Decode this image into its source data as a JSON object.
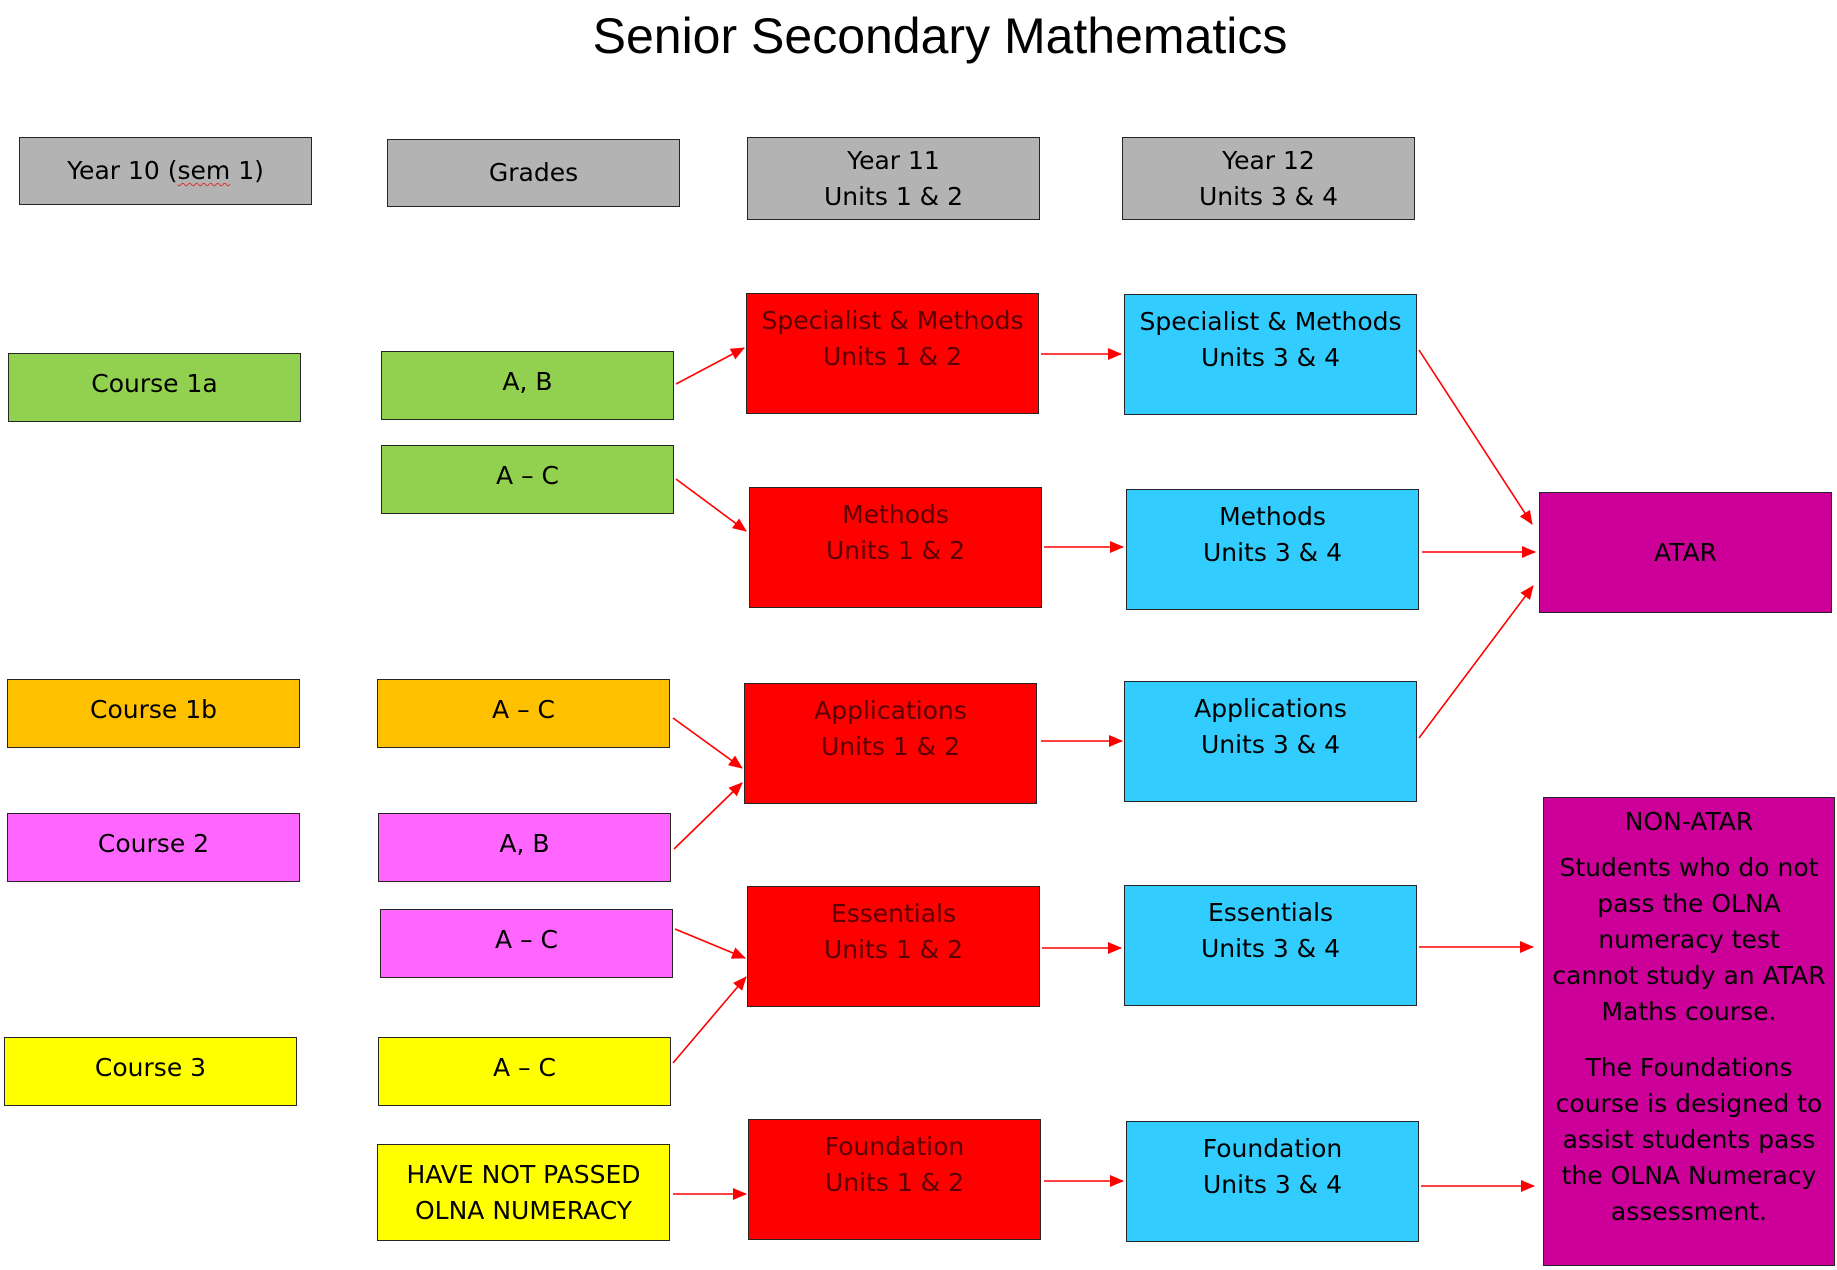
{
  "title": "Senior Secondary Mathematics",
  "headers": {
    "year10_label": "Year 10 (",
    "year10_sem": "sem",
    "year10_rest": " 1)",
    "grades": "Grades",
    "year11_line1": "Year 11",
    "year11_line2": "Units 1 & 2",
    "year12_line1": "Year 12",
    "year12_line2": "Units 3 & 4"
  },
  "courses": {
    "course_1a": "Course 1a",
    "course_1b": "Course 1b",
    "course_2": "Course 2",
    "course_3": "Course 3"
  },
  "grades": {
    "g1": "A, B",
    "g2": "A – C",
    "g3": "A – C",
    "g4": "A, B",
    "g5": "A – C",
    "g6": "A – C",
    "g7_line1": "HAVE NOT PASSED",
    "g7_line2": "OLNA NUMERACY"
  },
  "year11": {
    "specialist": {
      "name": "Specialist & Methods",
      "units": "Units 1 & 2"
    },
    "methods": {
      "name": "Methods",
      "units": "Units 1 & 2"
    },
    "applications": {
      "name": "Applications",
      "units": "Units 1 & 2"
    },
    "essentials": {
      "name": "Essentials",
      "units": "Units 1 & 2"
    },
    "foundation": {
      "name": "Foundation",
      "units": "Units 1 & 2"
    }
  },
  "year12": {
    "specialist": {
      "name": "Specialist & Methods",
      "units": "Units 3 & 4"
    },
    "methods": {
      "name": "Methods",
      "units": "Units 3 & 4"
    },
    "applications": {
      "name": "Applications",
      "units": "Units 3 & 4"
    },
    "essentials": {
      "name": "Essentials",
      "units": "Units 3 & 4"
    },
    "foundation": {
      "name": "Foundation",
      "units": "Units 3 & 4"
    }
  },
  "outcomes": {
    "atar": "ATAR",
    "non_atar_title": "NON-ATAR",
    "non_atar_p1": "Students who do not pass the OLNA numeracy test cannot study an ATAR Maths course.",
    "non_atar_p2": "The Foundations course is designed to assist students pass the OLNA Numeracy assessment."
  },
  "colors": {
    "header_grey": "#b3b3b3",
    "course_1a_green": "#92d050",
    "course_1b_orange": "#ffc000",
    "course_2_pink": "#ff66ff",
    "course_3_yellow": "#ffff00",
    "year11_red": "#ff0000",
    "year12_blue": "#33ccff",
    "outcome_purple": "#cc0099",
    "arrow_red": "#ff0000"
  }
}
